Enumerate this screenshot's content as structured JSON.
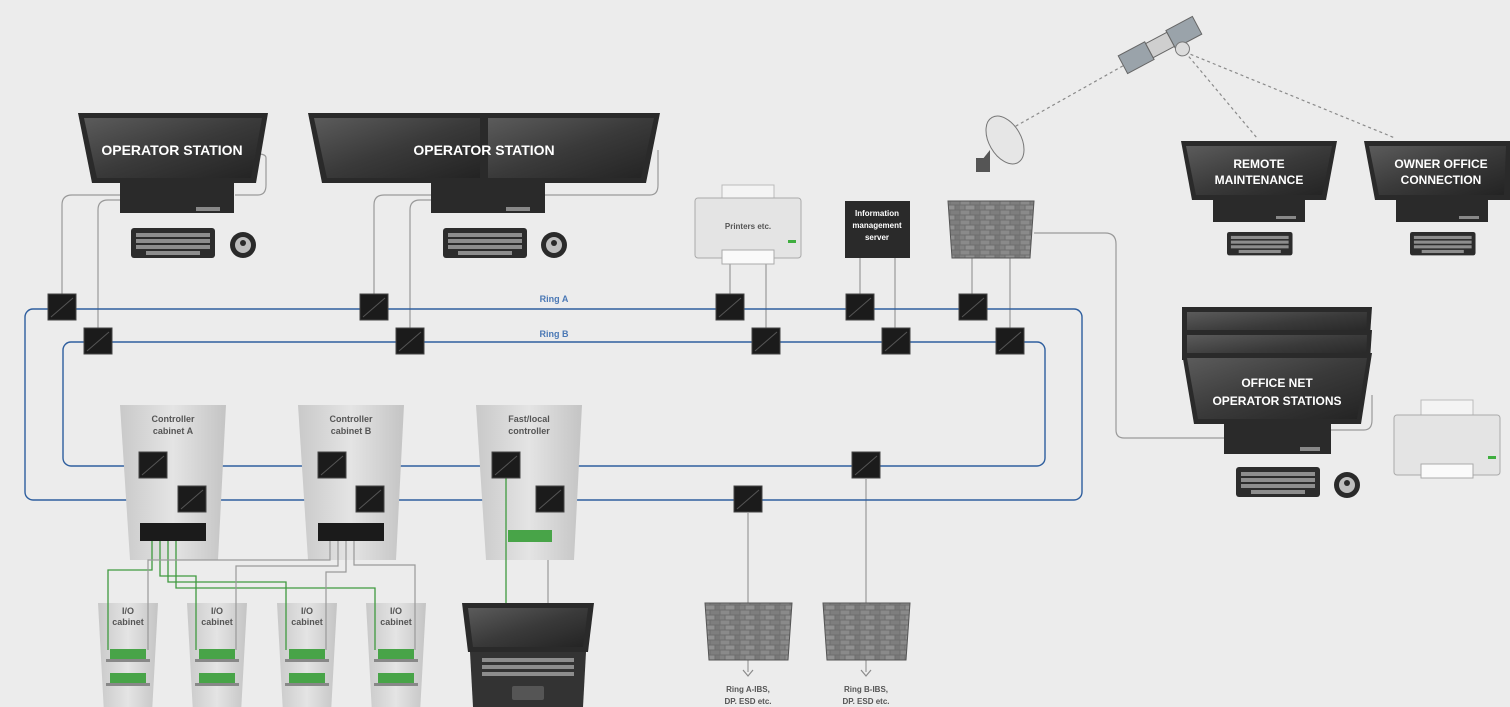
{
  "stations": {
    "op1": "OPERATOR STATION",
    "op2": "OPERATOR STATION",
    "remote_l1": "REMOTE",
    "remote_l2": "MAINTENANCE",
    "owner_l1": "OWNER OFFICE",
    "owner_l2": "CONNECTION",
    "office_l1": "OFFICE NET",
    "office_l2": "OPERATOR STATIONS"
  },
  "devices": {
    "printer": "Printers etc.",
    "server_l1": "Information",
    "server_l2": "management",
    "server_l3": "server"
  },
  "rings": {
    "a": "Ring A",
    "b": "Ring B"
  },
  "cabinets": {
    "ctrl_a_l1": "Controller",
    "ctrl_a_l2": "cabinet A",
    "ctrl_b_l1": "Controller",
    "ctrl_b_l2": "cabinet B",
    "fast_l1": "Fast/local",
    "fast_l2": "controller",
    "io_l1": "I/O",
    "io_l2": "cabinet"
  },
  "firewalls": {
    "ring_a_l1": "Ring A-IBS,",
    "ring_a_l2": "DP. ESD etc.",
    "ring_b_l1": "Ring B-IBS,",
    "ring_b_l2": "DP. ESD etc."
  },
  "colors": {
    "background": "#ececec",
    "ring": "#2e5e9e",
    "cable": "#9a9a9a",
    "green_cable": "#3f9a3f",
    "switch": "#1a1a1a",
    "monitor": "#2a2a2a",
    "ring_label": "#4a78b5"
  }
}
